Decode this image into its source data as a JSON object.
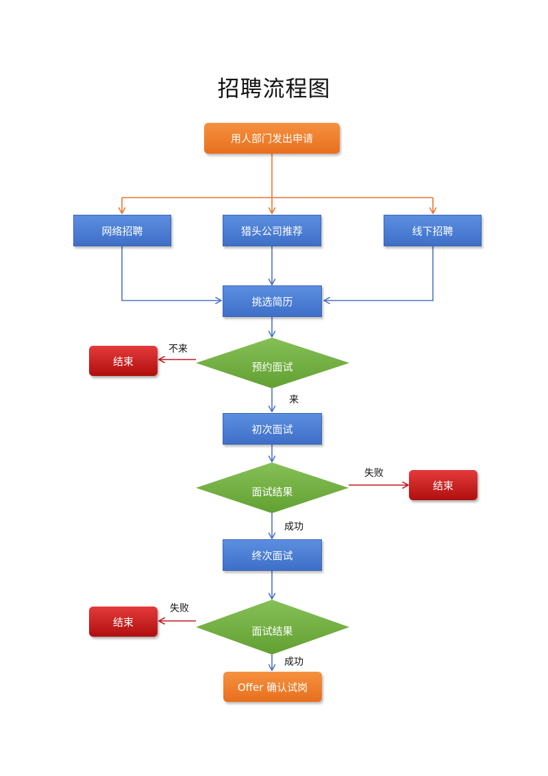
{
  "title": "招聘流程图",
  "nodes": {
    "apply": "用人部门发出申请",
    "online": "网络招聘",
    "headhunter": "猎头公司推荐",
    "offline": "线下招聘",
    "screen": "挑选简历",
    "schedule": "预约面试",
    "first": "初次面试",
    "result1": "面试结果",
    "final": "终次面试",
    "result2": "面试结果",
    "offer": "Offer 确认试岗",
    "end1": "结束",
    "end2": "结束",
    "end3": "结束"
  },
  "edge_labels": {
    "not_come": "不来",
    "come": "来",
    "fail1": "失败",
    "success1": "成功",
    "fail2": "失败",
    "success2": "成功"
  },
  "colors": {
    "blue_box": "#4a7fd6",
    "orange_box": "#ee7d2b",
    "red_box": "#c41e1e",
    "green_diamond": "#72ac43",
    "blue_line": "#4a72c4",
    "orange_line": "#e8742a",
    "red_line": "#c0141c"
  }
}
